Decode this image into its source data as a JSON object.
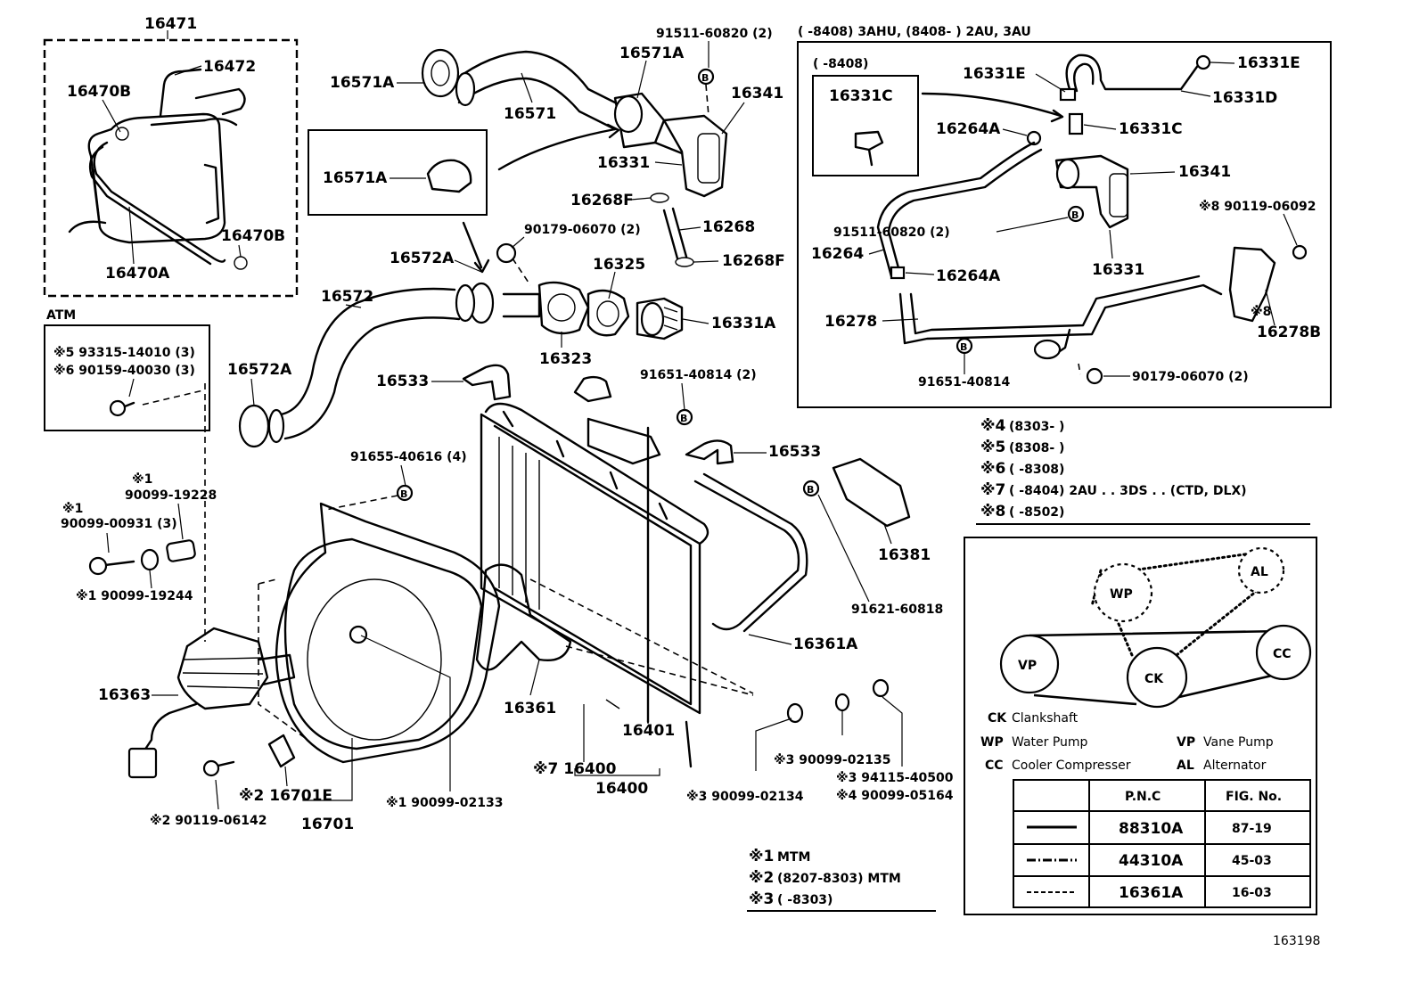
{
  "diagram": {
    "figure_number": "163198",
    "labels": {
      "p16471": "16471",
      "p16472": "16472",
      "p16470B_1": "16470B",
      "p16470B_2": "16470B",
      "p16470A": "16470A",
      "atm_title": "ATM",
      "atm_bolt1": "※5 93315-14010 (3)",
      "atm_bolt2": "※6 90159-40030 (3)",
      "p16571A_1": "16571A",
      "p16571": "16571",
      "p16571A_2": "16571A",
      "p16571A_3": "16571A",
      "p91511_top": "91511-60820 (2)",
      "p16341": "16341",
      "p16331": "16331",
      "p16268F_1": "16268F",
      "p16268": "16268",
      "p16268F_2": "16268F",
      "p90179_top": "90179-06070 (2)",
      "p16572A_1": "16572A",
      "p16325": "16325",
      "p16572": "16572",
      "p16572A_2": "16572A",
      "p16331A": "16331A",
      "p16323": "16323",
      "p16533_1": "16533",
      "p91651_top": "91651-40814 (2)",
      "p16533_2": "16533",
      "p91655": "91655-40616 (4)",
      "m1_a": "※1",
      "p90099_19228": "90099-19228",
      "m1_b": "※1",
      "p90099_00931": "90099-00931 (3)",
      "p90099_19244": "※1 90099-19244",
      "p16381": "16381",
      "p91621": "91621-60818",
      "p16361A": "16361A",
      "p16363": "16363",
      "p16361": "16361",
      "p16401": "16401",
      "p16400_m": "※7 16400",
      "p16400": "16400",
      "p90099_02135": "※3 90099-02135",
      "p94115": "※3 94115-40500",
      "p90099_05164": "※4 90099-05164",
      "p90099_02134": "※3 90099-02134",
      "p90099_02133": "※1 90099-02133",
      "p16701E": "※2 16701E",
      "p16701": "16701",
      "p90119_06142": "※2 90119-06142"
    },
    "inset_right": {
      "header": "(        -8408) 3AHU, (8408-        ) 2AU, 3AU",
      "sub_header": "(        -8408)",
      "p16331C_box": "16331C",
      "p16331E_1": "16331E",
      "p16331E_2": "16331E",
      "p16331D": "16331D",
      "p16264A_1": "16264A",
      "p16331C": "16331C",
      "p16341": "16341",
      "p90119_06092": "※8 90119-06092",
      "p16264": "16264",
      "p91511": "91511-60820 (2)",
      "p16264A_2": "16264A",
      "p16331": "16331",
      "p16278": "16278",
      "mark8": "※8",
      "p16278B": "16278B",
      "p91651": "91651-40814",
      "p90179": "90179-06070 (2)"
    },
    "notes_upper": [
      {
        "mark": "※4",
        "text": "(8303-        )"
      },
      {
        "mark": "※5",
        "text": "(8308-        )"
      },
      {
        "mark": "※6",
        "text": "(        -8308)"
      },
      {
        "mark": "※7",
        "text": "(        -8404) 2AU . . 3DS . . (CTD, DLX)"
      },
      {
        "mark": "※8",
        "text": "(        -8502)"
      }
    ],
    "notes_lower": [
      {
        "mark": "※1",
        "text": "MTM"
      },
      {
        "mark": "※2",
        "text": "(8207-8303) MTM"
      },
      {
        "mark": "※3",
        "text": "(        -8303)"
      }
    ],
    "belt": {
      "pulleys": {
        "wp": "WP",
        "al": "AL",
        "vp": "VP",
        "ck": "CK",
        "cc": "CC"
      },
      "legend": [
        {
          "code": "CK",
          "desc": "Clankshaft"
        },
        {
          "code": "WP",
          "desc": "Water Pump"
        },
        {
          "code": "CC",
          "desc": "Cooler Compresser"
        },
        {
          "code": "VP",
          "desc": "Vane Pump"
        },
        {
          "code": "AL",
          "desc": "Alternator"
        }
      ],
      "table_headers": [
        "P.N.C",
        "FIG. No."
      ],
      "table_rows": [
        {
          "pnc": "88310A",
          "fig": "87-19"
        },
        {
          "pnc": "44310A",
          "fig": "45-03"
        },
        {
          "pnc": "16361A",
          "fig": "16-03"
        }
      ]
    }
  }
}
